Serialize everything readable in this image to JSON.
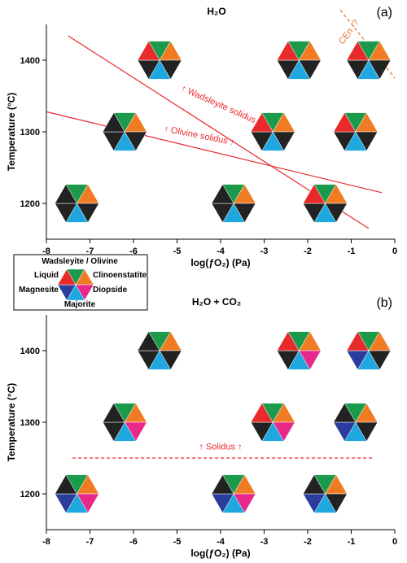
{
  "colors": {
    "wadsleyite_olivine": "#1a9a4a",
    "clinoenstatite": "#f07b22",
    "diopside": "#e8288a",
    "majorite": "#1fa8e0",
    "magnesite": "#2a3d9c",
    "liquid": "#e82a2a",
    "empty": "#222222",
    "solidus": "#e8282d",
    "cen": "#e87020"
  },
  "legend": {
    "top": "Wadsleyite / Olivine",
    "right_upper": "Clinoenstatite",
    "left_upper": "Liquid",
    "left_lower": "Magnesite",
    "right_lower": "Diopside",
    "bottom": "Majorite"
  },
  "chart_data": [
    {
      "type": "scatter",
      "panel_letter": "(a)",
      "title": "H₂O",
      "xlabel": "log(ƒO₂) (Pa)",
      "ylabel": "Temperature (°C)",
      "xlim": [
        -8,
        0
      ],
      "ylim": [
        1150,
        1450
      ],
      "xticks": [
        "-8",
        "-7",
        "-6",
        "-5",
        "-4",
        "-3",
        "-2",
        "-1",
        "0"
      ],
      "yticks": [
        "1200",
        "1300",
        "1400"
      ],
      "symbols": [
        {
          "x": -5.4,
          "y": 1400,
          "sectors": [
            "wadsleyite_olivine",
            "clinoenstatite",
            "empty",
            "majorite",
            "empty",
            "liquid"
          ]
        },
        {
          "x": -2.2,
          "y": 1400,
          "sectors": [
            "wadsleyite_olivine",
            "clinoenstatite",
            "empty",
            "majorite",
            "empty",
            "liquid"
          ]
        },
        {
          "x": -0.6,
          "y": 1400,
          "sectors": [
            "wadsleyite_olivine",
            "clinoenstatite",
            "empty",
            "majorite",
            "empty",
            "liquid"
          ]
        },
        {
          "x": -6.2,
          "y": 1300,
          "sectors": [
            "wadsleyite_olivine",
            "clinoenstatite",
            "empty",
            "majorite",
            "empty",
            "empty"
          ]
        },
        {
          "x": -2.8,
          "y": 1300,
          "sectors": [
            "wadsleyite_olivine",
            "clinoenstatite",
            "empty",
            "majorite",
            "empty",
            "liquid"
          ]
        },
        {
          "x": -0.9,
          "y": 1300,
          "sectors": [
            "wadsleyite_olivine",
            "clinoenstatite",
            "empty",
            "majorite",
            "empty",
            "liquid"
          ]
        },
        {
          "x": -7.3,
          "y": 1200,
          "sectors": [
            "wadsleyite_olivine",
            "clinoenstatite",
            "empty",
            "majorite",
            "empty",
            "empty"
          ]
        },
        {
          "x": -3.7,
          "y": 1200,
          "sectors": [
            "wadsleyite_olivine",
            "clinoenstatite",
            "empty",
            "majorite",
            "empty",
            "empty"
          ]
        },
        {
          "x": -1.6,
          "y": 1200,
          "sectors": [
            "wadsleyite_olivine",
            "clinoenstatite",
            "empty",
            "majorite",
            "empty",
            "liquid"
          ]
        }
      ],
      "lines": [
        {
          "label": "↑ Wadsleyite solidus ↑",
          "x": [
            -7.5,
            -0.6
          ],
          "y": [
            1434,
            1165
          ],
          "style": "solid",
          "color_key": "solidus",
          "label_x": -4.0,
          "label_y": 1333,
          "rotate": 24
        },
        {
          "label": "↑ Olivine solidus ↑",
          "x": [
            -8.0,
            -0.3
          ],
          "y": [
            1328,
            1215
          ],
          "style": "solid",
          "color_key": "solidus",
          "label_x": -4.5,
          "label_y": 1291,
          "rotate": 11
        },
        {
          "label": "CEn -?",
          "x": [
            -1.25,
            0.0
          ],
          "y": [
            1470,
            1375
          ],
          "style": "dashed",
          "color_key": "cen",
          "label_x": -1.0,
          "label_y": 1437,
          "rotate": -54
        }
      ]
    },
    {
      "type": "scatter",
      "panel_letter": "(b)",
      "title": "H₂O + CO₂",
      "xlabel": "log(ƒO₂) (Pa)",
      "ylabel": "Temperature (°C)",
      "xlim": [
        -8,
        0
      ],
      "ylim": [
        1150,
        1450
      ],
      "xticks": [
        "-8",
        "-7",
        "-6",
        "-5",
        "-4",
        "-3",
        "-2",
        "-1",
        "0"
      ],
      "yticks": [
        "1200",
        "1300",
        "1400"
      ],
      "symbols": [
        {
          "x": -5.4,
          "y": 1400,
          "sectors": [
            "wadsleyite_olivine",
            "clinoenstatite",
            "empty",
            "majorite",
            "empty",
            "empty"
          ]
        },
        {
          "x": -2.2,
          "y": 1400,
          "sectors": [
            "wadsleyite_olivine",
            "clinoenstatite",
            "diopside",
            "majorite",
            "empty",
            "liquid"
          ]
        },
        {
          "x": -0.6,
          "y": 1400,
          "sectors": [
            "wadsleyite_olivine",
            "clinoenstatite",
            "empty",
            "majorite",
            "magnesite",
            "liquid"
          ]
        },
        {
          "x": -6.2,
          "y": 1300,
          "sectors": [
            "wadsleyite_olivine",
            "clinoenstatite",
            "diopside",
            "majorite",
            "empty",
            "empty"
          ]
        },
        {
          "x": -2.8,
          "y": 1300,
          "sectors": [
            "wadsleyite_olivine",
            "clinoenstatite",
            "diopside",
            "majorite",
            "empty",
            "liquid"
          ]
        },
        {
          "x": -0.9,
          "y": 1300,
          "sectors": [
            "wadsleyite_olivine",
            "clinoenstatite",
            "empty",
            "majorite",
            "magnesite",
            "empty"
          ]
        },
        {
          "x": -7.3,
          "y": 1200,
          "sectors": [
            "wadsleyite_olivine",
            "clinoenstatite",
            "diopside",
            "majorite",
            "magnesite",
            "empty"
          ]
        },
        {
          "x": -3.7,
          "y": 1200,
          "sectors": [
            "wadsleyite_olivine",
            "clinoenstatite",
            "diopside",
            "majorite",
            "magnesite",
            "empty"
          ]
        },
        {
          "x": -1.6,
          "y": 1200,
          "sectors": [
            "wadsleyite_olivine",
            "clinoenstatite",
            "empty",
            "majorite",
            "magnesite",
            "empty"
          ]
        }
      ],
      "lines": [
        {
          "label": "↑ Solidus ↑",
          "x": [
            -7.4,
            -0.5
          ],
          "y": [
            1250,
            1250
          ],
          "style": "dashed",
          "color_key": "solidus",
          "label_x": -4.0,
          "label_y": 1262,
          "rotate": 0
        }
      ]
    }
  ]
}
